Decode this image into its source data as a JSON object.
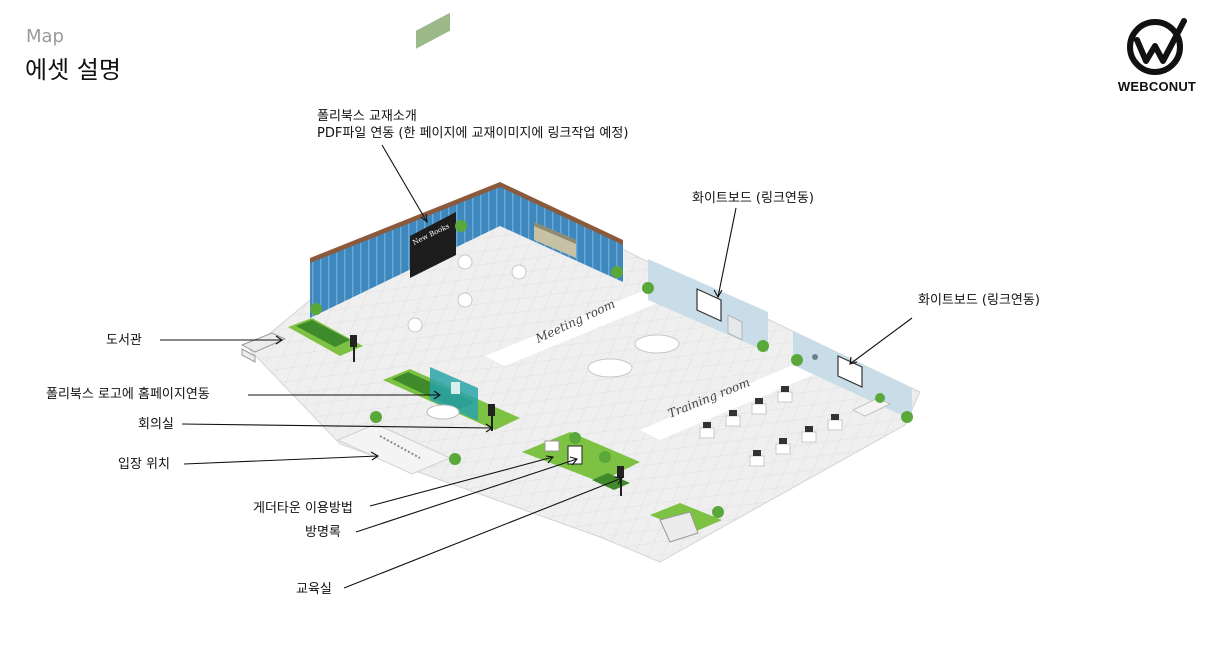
{
  "header": {
    "subtitle": "Map",
    "title": "에셋 설명"
  },
  "logo": {
    "text": "WEBCONUT",
    "icon": "webconut-logo-icon"
  },
  "map": {
    "floor_labels": {
      "meeting_room": "Meeting room",
      "training_room": "Training room"
    },
    "bookshelf_sign": "New Books"
  },
  "annotations": {
    "library_intro_line1": "폴리북스 교재소개",
    "library_intro_line2": "PDF파일 연동  (한 페이지에 교재이미지에 링크작업 예정)",
    "whiteboard_1": "화이트보드 (링크연동)",
    "whiteboard_2": "화이트보드 (링크연동)",
    "library": "도서관",
    "logo_link": "폴리북스 로고에 홈페이지연동",
    "meeting_room": "회의실",
    "entry_position": "입장 위치",
    "gather_guide": "게더타운 이용방법",
    "guestbook": "방명록",
    "classroom": "교육실"
  },
  "colors": {
    "floor": "#eeeeee",
    "floor_grid": "#dcdcdc",
    "wall_glass": "#3d87bb",
    "wall_frame": "#8b5a3c",
    "green_carpet": "#7dc243",
    "teal_sign": "#2aa3a8",
    "whiteboard_wall": "#c9dde8"
  }
}
